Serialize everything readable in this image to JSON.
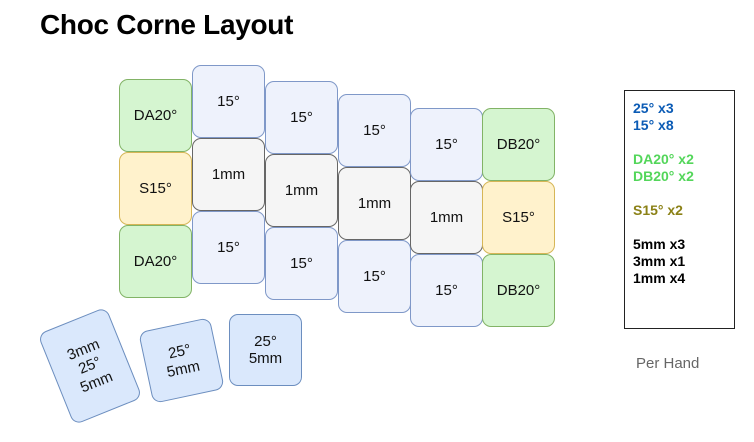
{
  "title": "Choc Corne Layout",
  "keys": {
    "c1_top": "DA20°",
    "c1_mid": "S15°",
    "c1_bot": "DA20°",
    "c2_top": "15°",
    "c2_mid": "1mm",
    "c2_bot": "15°",
    "c3_top": "15°",
    "c3_mid": "1mm",
    "c3_bot": "15°",
    "c4_top": "15°",
    "c4_mid": "1mm",
    "c4_bot": "15°",
    "c5_top": "15°",
    "c5_mid": "1mm",
    "c5_bot": "15°",
    "c6_top": "DB20°",
    "c6_mid": "S15°",
    "c6_bot": "DB20°"
  },
  "thumbs": {
    "t1": [
      "3mm",
      "25°",
      "5mm"
    ],
    "t2": [
      "25°",
      "5mm"
    ],
    "t3": [
      "25°",
      "5mm"
    ]
  },
  "legend": {
    "blue": [
      "25° x3",
      "15° x8"
    ],
    "green": [
      "DA20° x2",
      "DB20° x2"
    ],
    "olive": [
      "S15° x2"
    ],
    "black": [
      "5mm x3",
      "3mm x1",
      "1mm x4"
    ]
  },
  "colors": {
    "blue_text": "#0b5bb5",
    "green_text": "#53d65a",
    "olive_text": "#8b8116",
    "black_text": "#000000"
  },
  "per_hand": "Per Hand"
}
